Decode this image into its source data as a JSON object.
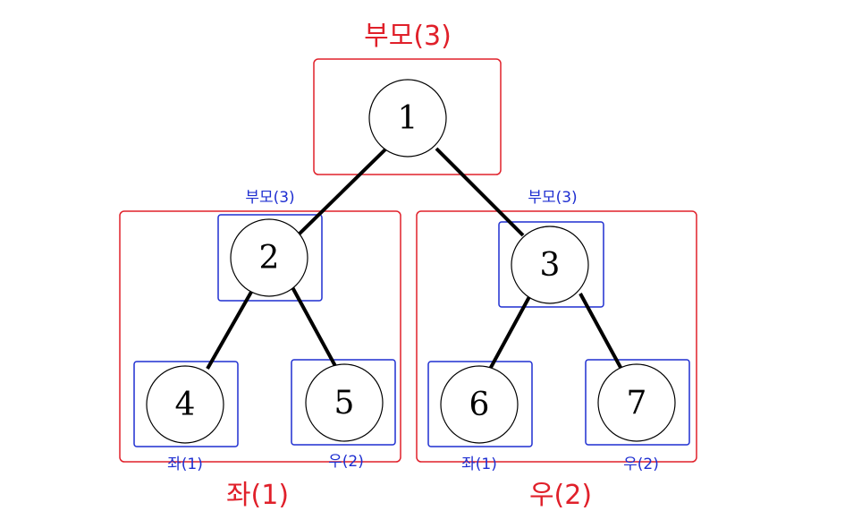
{
  "colors": {
    "red": "#e0202a",
    "blue": "#1f2fd1",
    "edge": "#000000",
    "node_stroke": "#000000"
  },
  "root_group": {
    "label": "부모(3)",
    "node": "1"
  },
  "left_group": {
    "label": "좌(1)",
    "parent_label": "부모(3)",
    "parent_node": "2",
    "left_label": "좌(1)",
    "left_node": "4",
    "right_label": "우(2)",
    "right_node": "5"
  },
  "right_group": {
    "label": "우(2)",
    "parent_label": "부모(3)",
    "parent_node": "3",
    "left_label": "좌(1)",
    "left_node": "6",
    "right_label": "우(2)",
    "right_node": "7"
  }
}
